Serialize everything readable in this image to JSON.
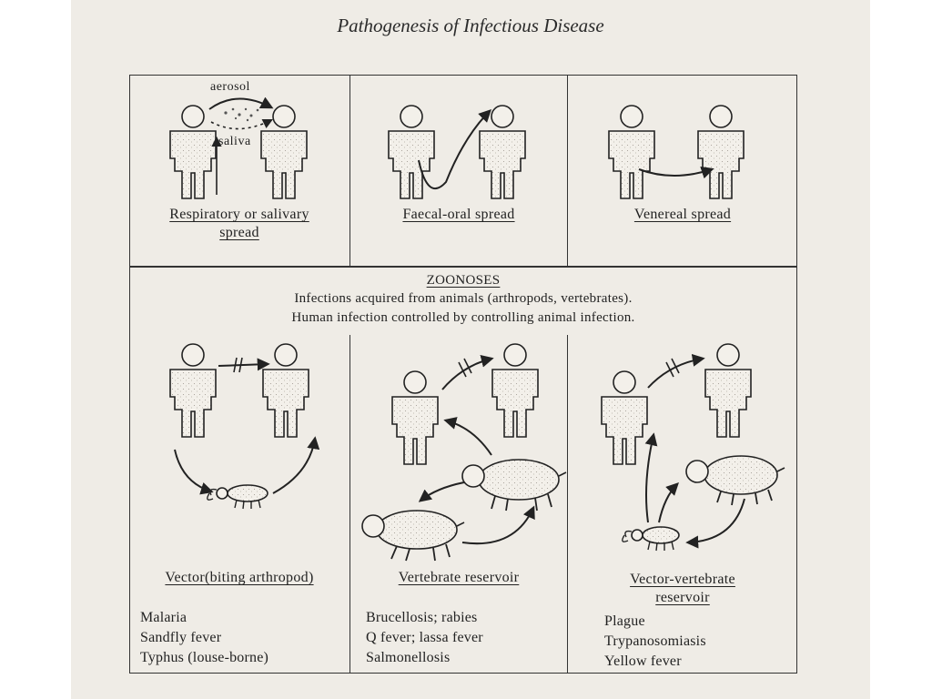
{
  "title": "Pathogenesis of Infectious Disease",
  "panels": {
    "respiratory": {
      "caption_line1": "Respiratory or salivary",
      "caption_line2": "spread",
      "label_aerosol": "aerosol",
      "label_saliva": "saliva"
    },
    "faecal_oral": {
      "caption": "Faecal-oral spread"
    },
    "venereal": {
      "caption": "Venereal spread"
    }
  },
  "zoonoses": {
    "heading": "ZOONOSES",
    "line1": "Infections acquired from animals (arthropods, vertebrates).",
    "line2": "Human infection controlled by controlling animal infection."
  },
  "columns": [
    {
      "caption_line1": "Vector(biting arthropod)",
      "caption_line2": "",
      "diseases": [
        "Malaria",
        "Sandfly fever",
        "Typhus (louse-borne)"
      ]
    },
    {
      "caption_line1": "Vertebrate reservoir",
      "caption_line2": "",
      "diseases": [
        "Brucellosis; rabies",
        "Q fever; lassa fever",
        "Salmonellosis"
      ]
    },
    {
      "caption_line1": "Vector-vertebrate",
      "caption_line2": "reservoir",
      "diseases": [
        "Plague",
        "Trypanosomiasis",
        "Yellow fever"
      ]
    }
  ]
}
